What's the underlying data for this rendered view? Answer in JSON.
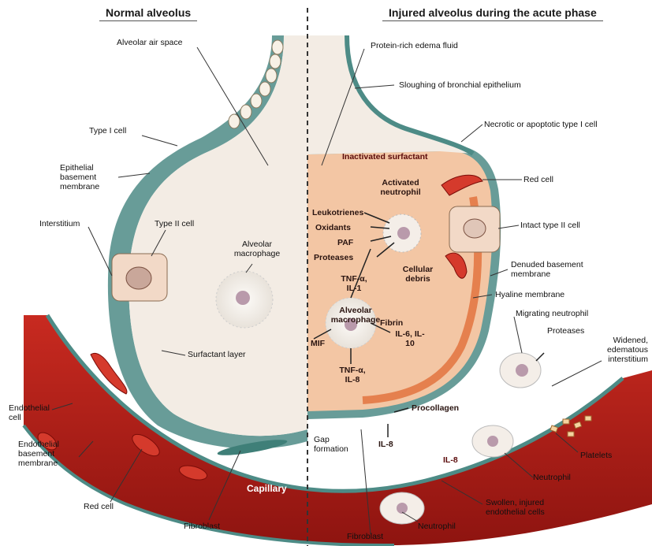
{
  "panels": {
    "left_title": "Normal alveolus",
    "right_title": "Injured alveolus during the acute phase"
  },
  "labels": {
    "alveolar_air_space": "Alveolar air space",
    "type_i_cell": "Type I cell",
    "epithelial_basement_membrane": "Epithelial basement membrane",
    "interstitium": "Interstitium",
    "type_ii_cell": "Type II cell",
    "alveolar_macrophage_left": "Alveolar macrophage",
    "surfactant_layer": "Surfactant layer",
    "endothelial_cell": "Endothelial cell",
    "endothelial_basement_membrane": "Endothelial basement membrane",
    "red_cell_left": "Red cell",
    "fibroblast_left": "Fibroblast",
    "capillary": "Capillary",
    "protein_rich_edema_fluid": "Protein-rich edema fluid",
    "sloughing_bronchial_epithelium": "Sloughing of bronchial epithelium",
    "necrotic_type_i_cell": "Necrotic or apoptotic type I cell",
    "inactivated_surfactant": "Inactivated surfactant",
    "activated_neutrophil": "Activated neutrophil",
    "red_cell_right": "Red cell",
    "leukotrienes": "Leukotrienes",
    "oxidants": "Oxidants",
    "paf": "PAF",
    "proteases_top": "Proteases",
    "intact_type_ii_cell": "Intact type II cell",
    "cellular_debris": "Cellular debris",
    "tnf_il1": "TNF-α, IL-1",
    "denuded_basement_membrane": "Denuded basement membrane",
    "hyaline_membrane": "Hyaline membrane",
    "alveolar_macrophage_right": "Alveolar macrophage",
    "fibrin": "Fibrin",
    "il6_il10": "IL-6, IL-10",
    "migrating_neutrophil": "Migrating neutrophil",
    "proteases_right": "Proteases",
    "mif": "MIF",
    "tnf_il8": "TNF-α, IL-8",
    "widened_interstitium": "Widened, edematous interstitium",
    "procollagen": "Procollagen",
    "gap_formation": "Gap formation",
    "il8_a": "IL-8",
    "il8_b": "IL-8",
    "platelets": "Platelets",
    "neutrophil_vessel": "Neutrophil",
    "swollen_endothelial": "Swollen, injured endothelial cells",
    "fibroblast_right": "Fibroblast",
    "neutrophil_bottom": "Neutrophil"
  },
  "colors": {
    "alveolus_fill": "#f3ece4",
    "edema_fill": "#f3c6a4",
    "wall_teal": "#4d8b86",
    "capillary_red": "#b01a14",
    "red_cell": "#d53a2c",
    "hyaline": "#e2733f",
    "divider": "#333333"
  }
}
